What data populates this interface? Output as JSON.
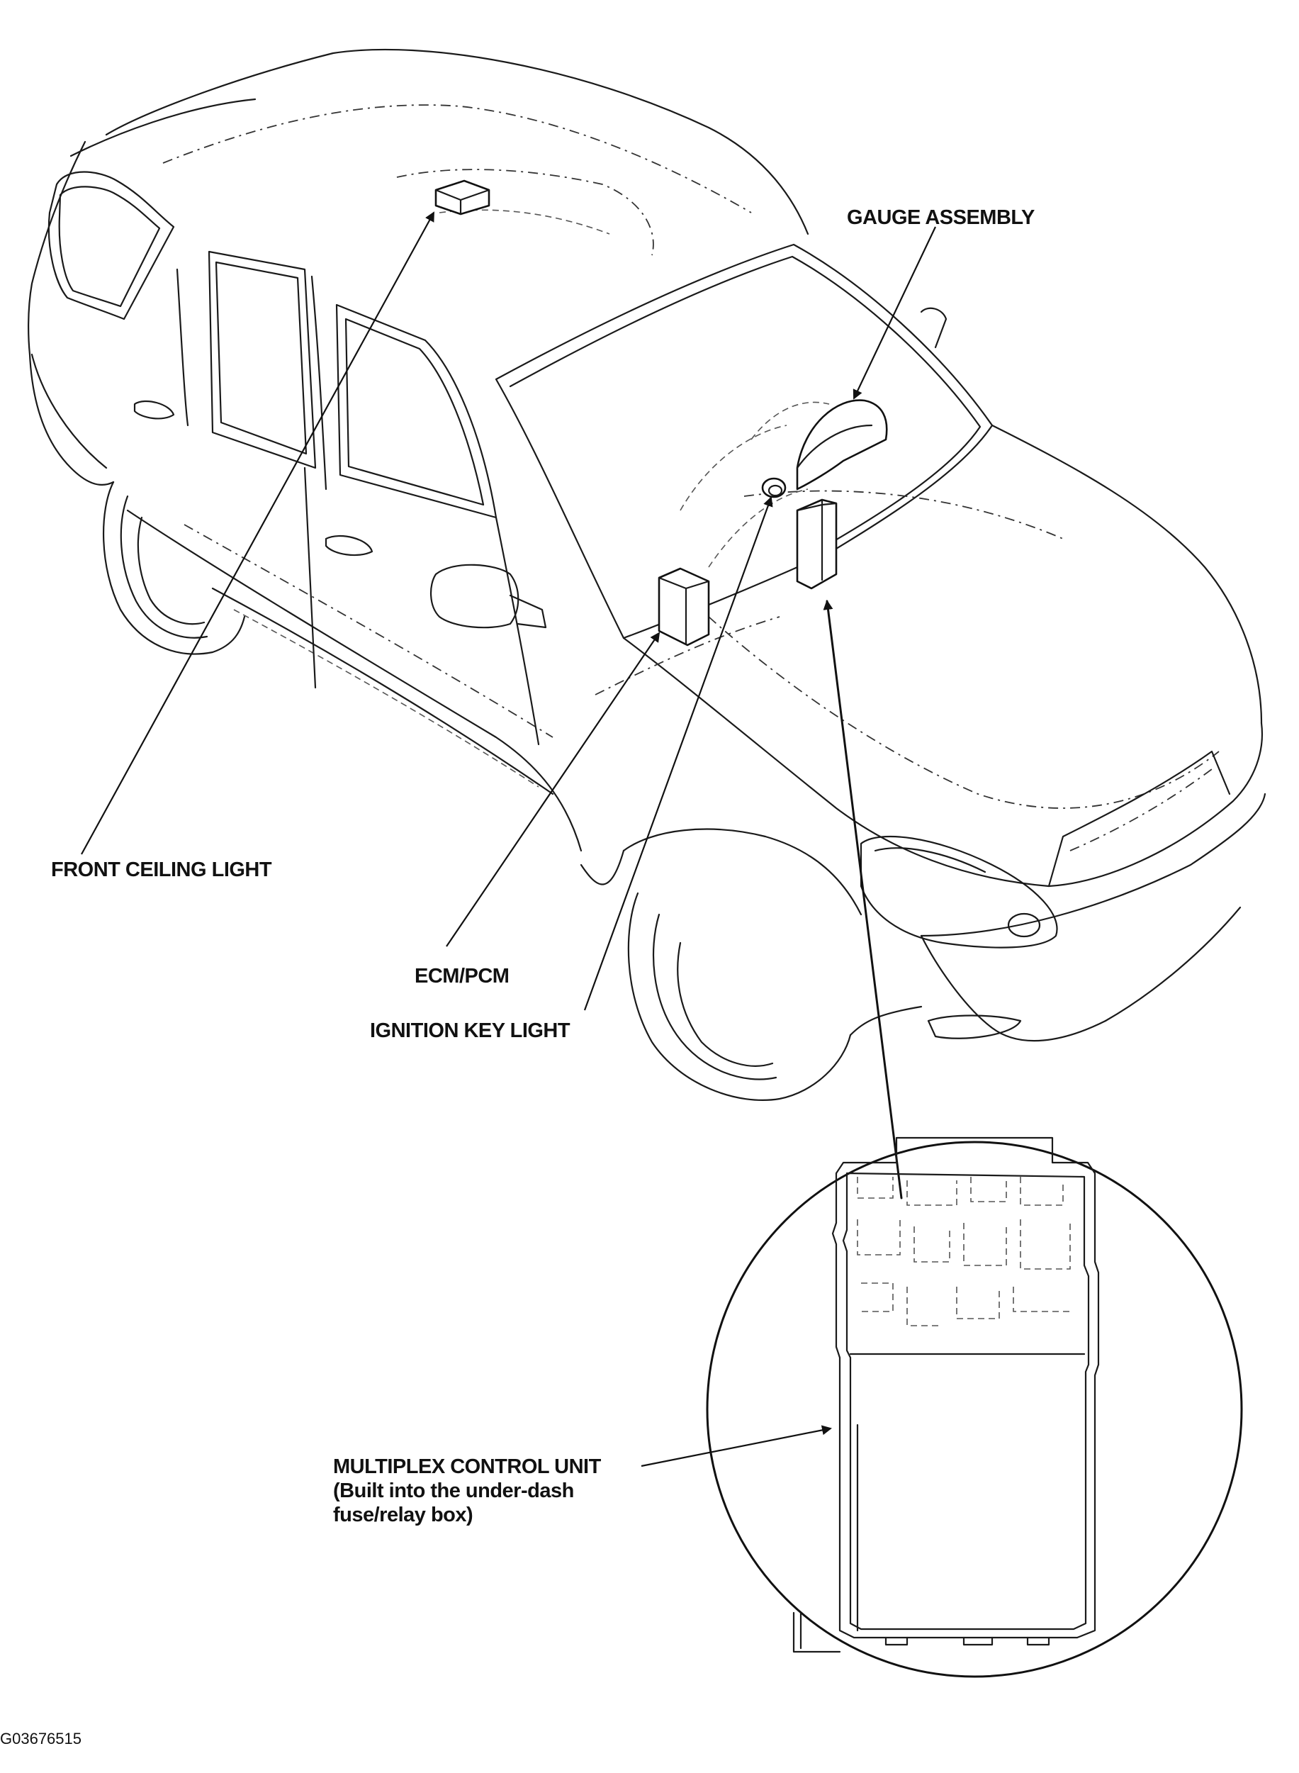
{
  "labels": {
    "gauge_assembly": "GAUGE ASSEMBLY",
    "front_ceiling_light": "FRONT CEILING LIGHT",
    "ecm_pcm": "ECM/PCM",
    "ignition_key_light": "IGNITION KEY LIGHT",
    "multiplex_line1": "MULTIPLEX CONTROL UNIT",
    "multiplex_line2": "(Built into the under-dash",
    "multiplex_line3": "fuse/relay box)"
  },
  "figure_id": "G03676515"
}
